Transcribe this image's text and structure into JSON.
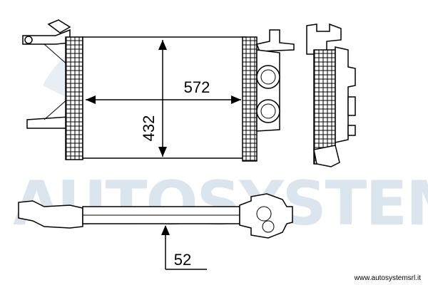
{
  "watermark": {
    "text": "AUTOSYSTEM",
    "color": "#bcd0e0"
  },
  "dimensions": {
    "width": "572",
    "height": "432",
    "depth": "52"
  },
  "footer": {
    "url": "www.autosystemsrl.it"
  }
}
